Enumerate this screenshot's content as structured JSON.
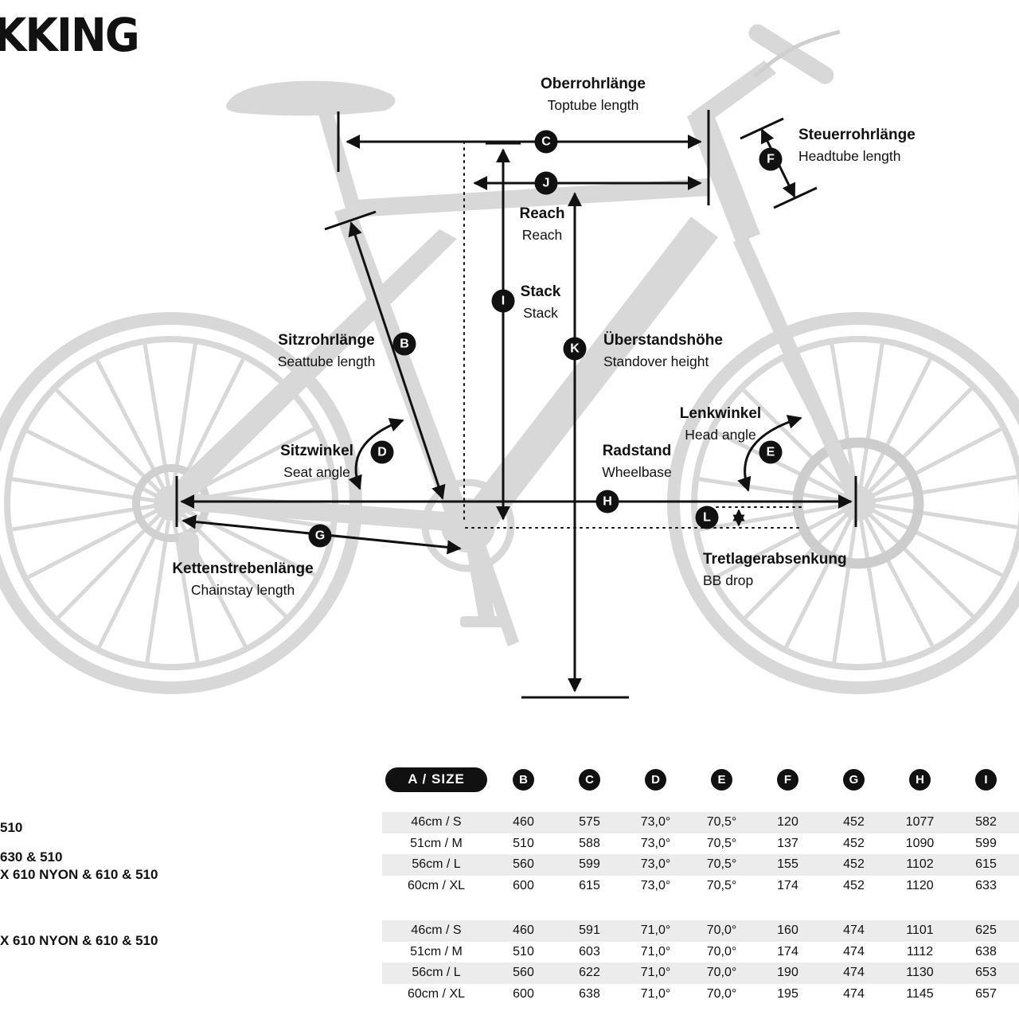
{
  "logo": "KKING",
  "colors": {
    "ink": "#111111",
    "row_shading": "#ececec",
    "silhouette": "#d8d8d8"
  },
  "diagram": {
    "toptube": {
      "de": "Oberrohrlänge",
      "en": "Toptube length"
    },
    "headtube": {
      "de": "Steuerrohrlänge",
      "en": "Headtube length"
    },
    "reach": {
      "de": "Reach",
      "en": "Reach"
    },
    "stack": {
      "de": "Stack",
      "en": "Stack"
    },
    "seattube": {
      "de": "Sitzrohrlänge",
      "en": "Seattube length"
    },
    "standover": {
      "de": "Überstandshöhe",
      "en": "Standover height"
    },
    "seatangle": {
      "de": "Sitzwinkel",
      "en": "Seat angle"
    },
    "headangle": {
      "de": "Lenkwinkel",
      "en": "Head angle"
    },
    "wheelbase": {
      "de": "Radstand",
      "en": "Wheelbase"
    },
    "chainstay": {
      "de": "Kettenstrebenlänge",
      "en": "Chainstay length"
    },
    "bbdrop": {
      "de": "Tretlagerabsenkung",
      "en": "BB drop"
    },
    "markers": {
      "B": "B",
      "C": "C",
      "D": "D",
      "E": "E",
      "F": "F",
      "G": "G",
      "H": "H",
      "I": "I",
      "J": "J",
      "K": "K",
      "L": "L"
    }
  },
  "table": {
    "size_header": "A / SIZE",
    "column_letters": [
      "B",
      "C",
      "D",
      "E",
      "F",
      "G",
      "H",
      "I"
    ],
    "groups": [
      {
        "models": [
          "510",
          "630 & 510",
          "X 610 NYON & 610 & 510"
        ],
        "rows": [
          {
            "size": "46cm / S",
            "values": [
              "460",
              "575",
              "73,0°",
              "70,5°",
              "120",
              "452",
              "1077",
              "582"
            ]
          },
          {
            "size": "51cm / M",
            "values": [
              "510",
              "588",
              "73,0°",
              "70,5°",
              "137",
              "452",
              "1090",
              "599"
            ]
          },
          {
            "size": "56cm / L",
            "values": [
              "560",
              "599",
              "73,0°",
              "70,5°",
              "155",
              "452",
              "1102",
              "615"
            ]
          },
          {
            "size": "60cm / XL",
            "values": [
              "600",
              "615",
              "73,0°",
              "70,5°",
              "174",
              "452",
              "1120",
              "633"
            ]
          }
        ]
      },
      {
        "models": [
          "X 610 NYON & 610 & 510"
        ],
        "rows": [
          {
            "size": "46cm / S",
            "values": [
              "460",
              "591",
              "71,0°",
              "70,0°",
              "160",
              "474",
              "1101",
              "625"
            ]
          },
          {
            "size": "51cm / M",
            "values": [
              "510",
              "603",
              "71,0°",
              "70,0°",
              "174",
              "474",
              "1112",
              "638"
            ]
          },
          {
            "size": "56cm / L",
            "values": [
              "560",
              "622",
              "71,0°",
              "70,0°",
              "190",
              "474",
              "1130",
              "653"
            ]
          },
          {
            "size": "60cm / XL",
            "values": [
              "600",
              "638",
              "71,0°",
              "70,0°",
              "195",
              "474",
              "1145",
              "657"
            ]
          }
        ]
      }
    ]
  }
}
